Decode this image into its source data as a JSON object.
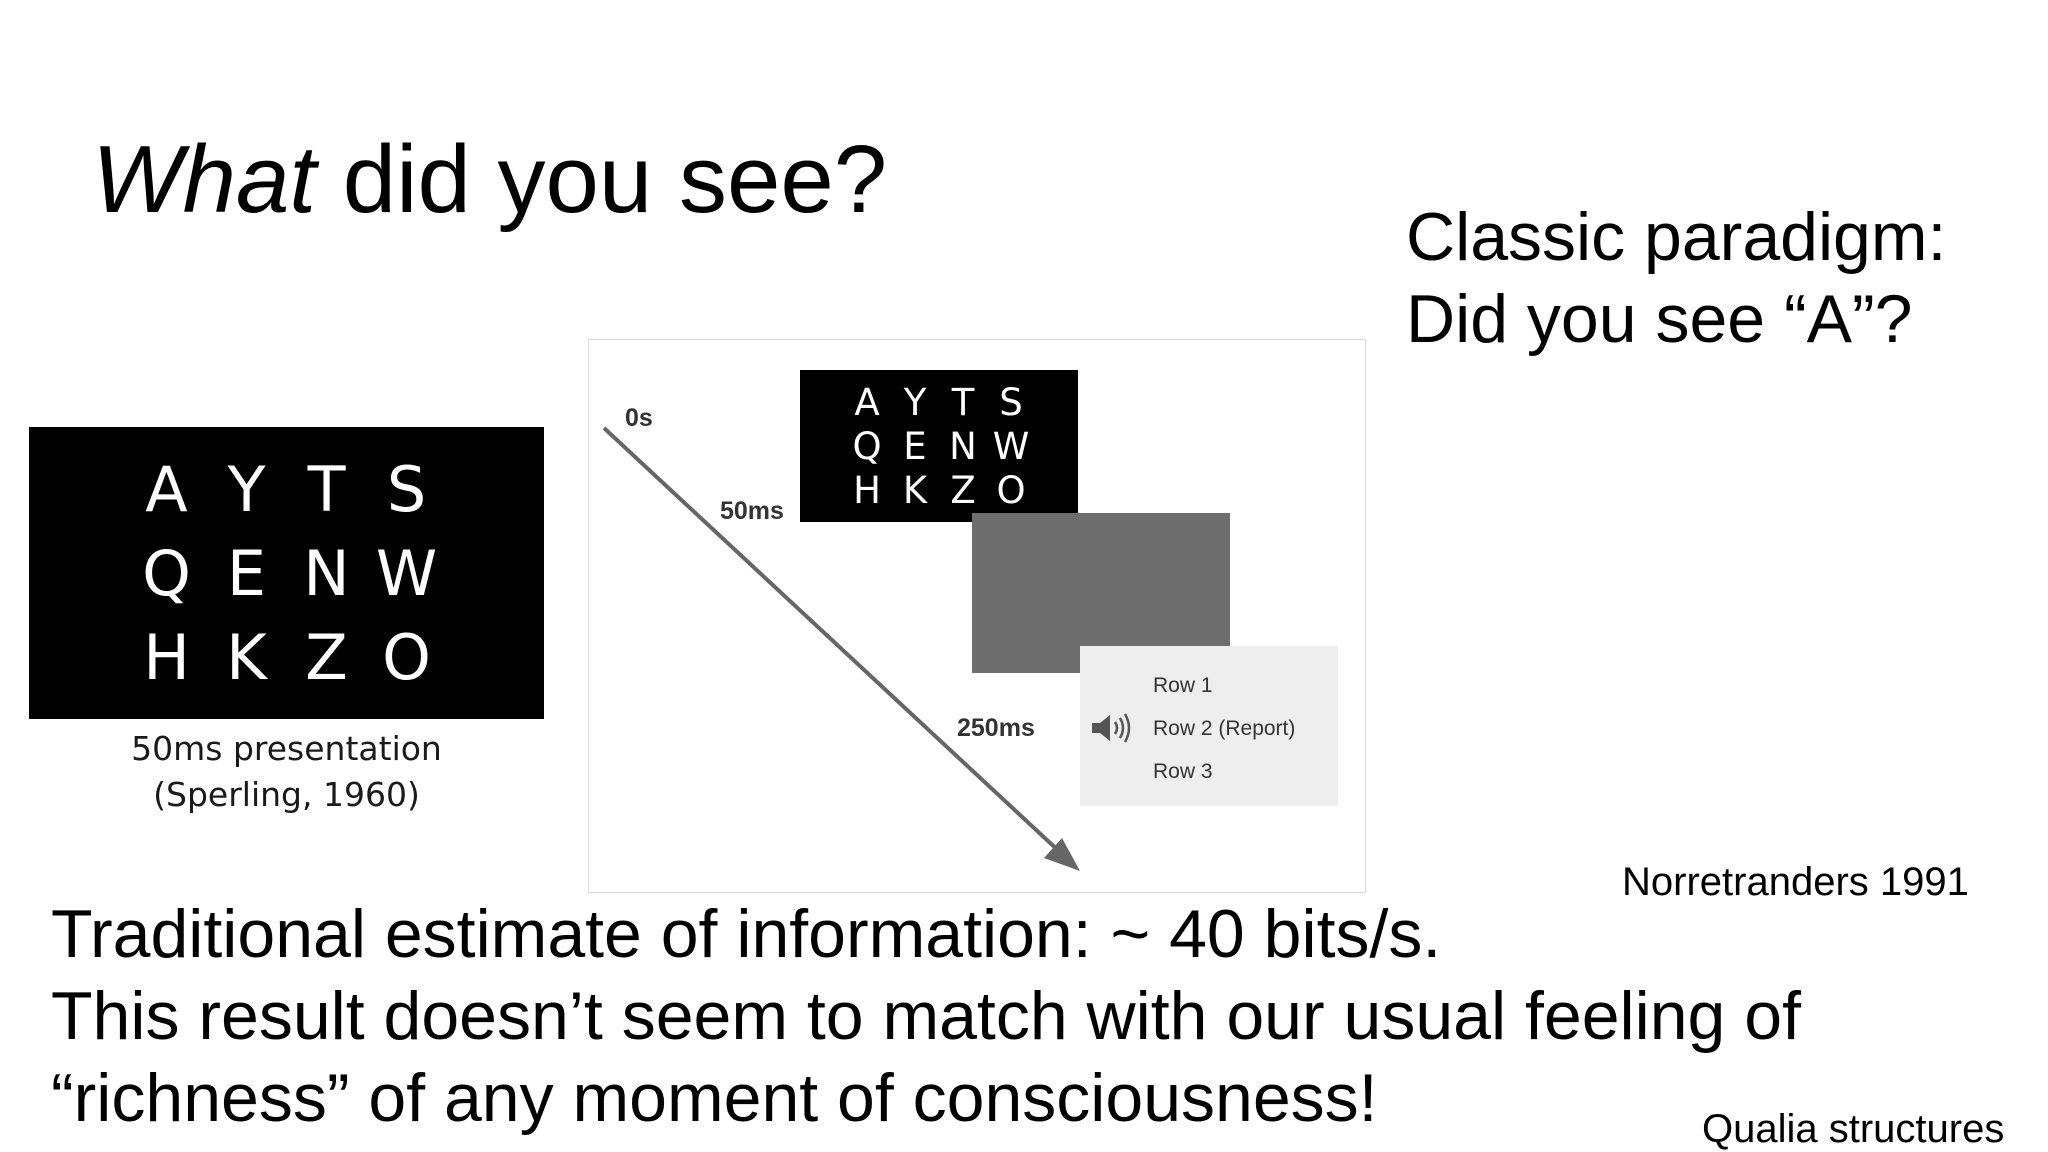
{
  "slide": {
    "title_italic": "What",
    "title_rest": " did you see?",
    "classic_line1": "Classic paradigm:",
    "classic_line2": "Did you see “A”?",
    "letters": [
      [
        "A",
        "Y",
        "T",
        "S"
      ],
      [
        "Q",
        "E",
        "N",
        "W"
      ],
      [
        "H",
        "K",
        "Z",
        "O"
      ]
    ],
    "caption_line1": "50ms presentation",
    "caption_line2": "(Sperling, 1960)",
    "diagram": {
      "time_0": "0s",
      "time_50": "50ms",
      "time_250": "250ms",
      "rows": [
        "Row 1",
        "Row 2 (Report)",
        "Row 3"
      ],
      "icon": "speaker-icon"
    },
    "citation": "Norretranders 1991",
    "body_line1": "Traditional estimate of information: ~ 40 bits/s.",
    "body_line2": "This result doesn’t seem to match with our usual feeling of",
    "body_line3": "“richness” of any moment of consciousness!",
    "footer": "Qualia structures"
  }
}
